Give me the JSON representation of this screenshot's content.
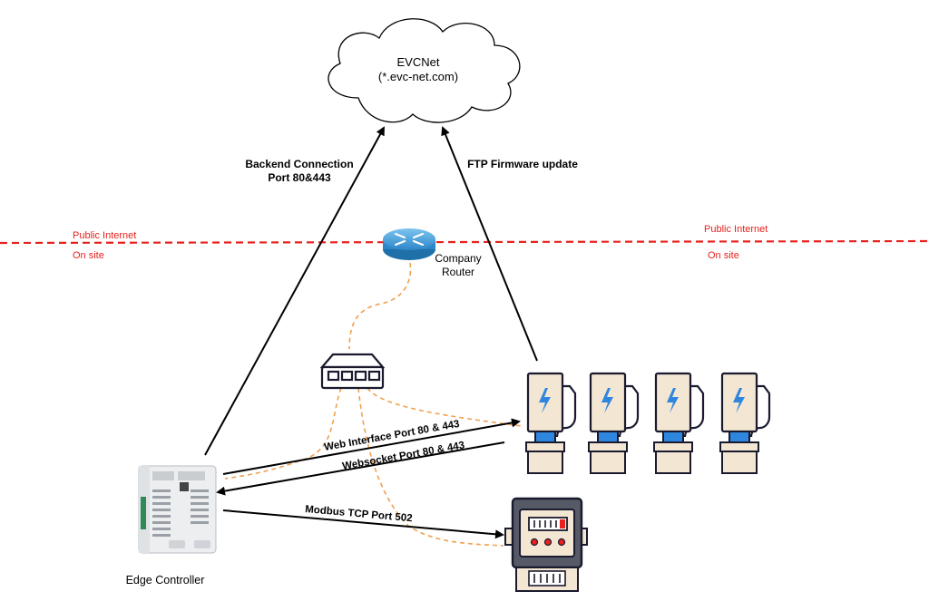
{
  "cloud": {
    "title": "EVCNet",
    "subtitle": "(*.evc-net.com)"
  },
  "boundary": {
    "upper_left": "Public Internet",
    "lower_left": "On site",
    "upper_right": "Public Internet",
    "lower_right": "On site",
    "color": "#e8211d"
  },
  "router": {
    "label_line1": "Company",
    "label_line2": "Router"
  },
  "connections": {
    "backend_line1": "Backend Connection",
    "backend_line2": "Port 80&443",
    "ftp": "FTP Firmware update",
    "web_interface": "Web Interface Port 80 & 443",
    "websocket": "Websocket Port 80 & 443",
    "modbus": "Modbus TCP Port 502"
  },
  "devices": {
    "edge_controller": "Edge Controller"
  },
  "icons": {
    "cloud": "cloud-icon",
    "router": "router-icon",
    "switch": "network-switch-icon",
    "charger": "ev-charger-icon",
    "meter": "energy-meter-icon",
    "controller": "edge-controller-icon"
  },
  "colors": {
    "cable": "#f0a050",
    "charger_body": "#f3e6d3",
    "bolt": "#2e86de",
    "router": "#4aa3df"
  }
}
